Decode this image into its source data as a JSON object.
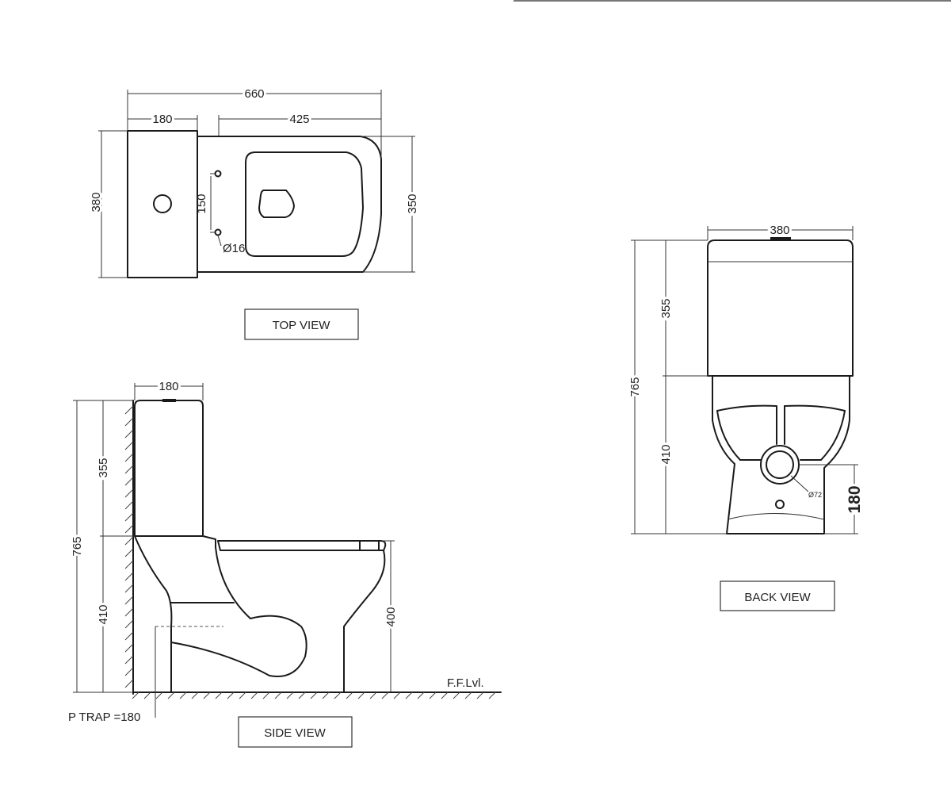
{
  "views": {
    "top": {
      "label": "TOP VIEW",
      "dims": {
        "overall_length": "660",
        "tank_depth": "180",
        "bowl_length": "425",
        "tank_width": "380",
        "bowl_width": "350",
        "fixing_spacing": "150",
        "fixing_dia": "Ø16"
      }
    },
    "side": {
      "label": "SIDE VIEW",
      "dims": {
        "tank_depth": "180",
        "tank_height": "355",
        "total_height": "765",
        "bowl_height": "410",
        "seat_height": "400"
      },
      "floor_label": "F.F.Lvl.",
      "ptrap_label": "P TRAP =180"
    },
    "back": {
      "label": "BACK VIEW",
      "dims": {
        "tank_width": "380",
        "tank_height": "355",
        "total_height": "765",
        "bowl_height": "410",
        "outlet_height": "180",
        "outlet_dia": "Ø72"
      }
    }
  }
}
